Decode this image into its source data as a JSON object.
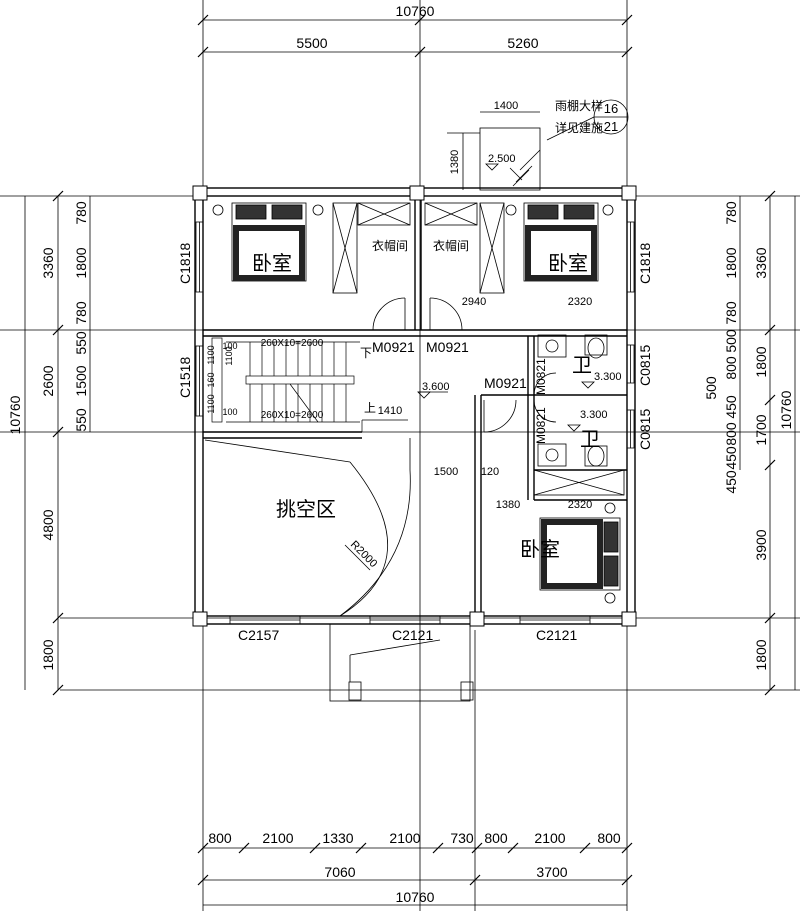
{
  "dimensions": {
    "top_total": "10760",
    "top_left": "5500",
    "top_right": "5260",
    "bottom_total": "10760",
    "bottom_left_group": "7060",
    "bottom_right_group": "3700",
    "bottom_segments": [
      "800",
      "2100",
      "1330",
      "2100",
      "730",
      "800",
      "2100",
      "800"
    ],
    "left_total": "10760",
    "left_groups": [
      "3360",
      "2600",
      "4800",
      "1800"
    ],
    "left_details": [
      "780",
      "1800",
      "780",
      "550",
      "1500",
      "550"
    ],
    "right_total": "10760",
    "right_groups": [
      "3360",
      "1800",
      "1700",
      "3900",
      "1800"
    ],
    "right_details": [
      "780",
      "1800",
      "780",
      "500",
      "800",
      "500",
      "450",
      "800",
      "450",
      "450"
    ],
    "inner": {
      "canopy_width": "1400",
      "canopy_height": "1380",
      "closet_right_width": "2940",
      "room_right_width": "2320",
      "corridor_width": "1500",
      "wall": "120",
      "bed3_left": "1380",
      "bed3_right": "2320",
      "stair_landing": "1410",
      "stair_run_top": "260X10=2600",
      "stair_run_bottom": "260X10=2600",
      "stair_widths": [
        "1100",
        "1100",
        "160",
        "1100",
        "100",
        "100"
      ]
    }
  },
  "labels": {
    "bedroom": "卧室",
    "closet": "衣帽间",
    "void_area": "挑空区",
    "bathroom": "卫",
    "canopy_note_line1": "雨棚大样",
    "canopy_note_line2": "详见建施",
    "detail_index_top": "16",
    "detail_index_bottom": "21",
    "radius": "R2000",
    "stair_down": "下",
    "stair_up": "上"
  },
  "elevations": {
    "canopy": "2.500",
    "landing": "3.600",
    "bath_upper": "3.300",
    "bath_lower": "3.300"
  },
  "doors": {
    "closet_left": "M0921",
    "closet_right": "M0921",
    "bedroom_three": "M0921",
    "bath_upper": "M0821",
    "bath_lower": "M0821"
  },
  "windows": {
    "bedroom_left": "C1818",
    "bedroom_right": "C1818",
    "stair": "C1518",
    "bath_upper": "C0815",
    "bath_lower": "C0815",
    "south_left": "C2157",
    "south_center": "C2121",
    "south_right": "C2121"
  }
}
